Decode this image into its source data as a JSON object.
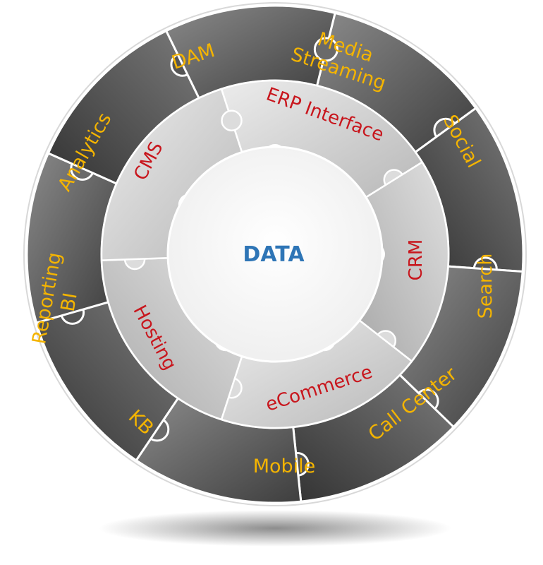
{
  "diagram": {
    "center": {
      "label": "DATA"
    },
    "inner_ring": [
      {
        "label": "ERP Interface"
      },
      {
        "label": "CRM"
      },
      {
        "label": "eCommerce"
      },
      {
        "label": "Hosting"
      },
      {
        "label": "CMS"
      }
    ],
    "outer_ring": [
      {
        "lines": [
          "Media",
          "Streaming"
        ]
      },
      {
        "lines": [
          "Social"
        ]
      },
      {
        "lines": [
          "Search"
        ]
      },
      {
        "lines": [
          "Call Center"
        ]
      },
      {
        "lines": [
          "Mobile"
        ]
      },
      {
        "lines": [
          "KB"
        ]
      },
      {
        "lines": [
          "Reporting",
          "BI"
        ]
      },
      {
        "lines": [
          "Analytics"
        ]
      },
      {
        "lines": [
          "DAM"
        ]
      }
    ],
    "colors": {
      "outer_ring": "#5c5c5c",
      "inner_ring": "#d2d2d2",
      "center": "#ffffff",
      "outer_text": "#f4b400",
      "inner_text": "#c8161d",
      "center_text": "#2e75b6"
    }
  }
}
